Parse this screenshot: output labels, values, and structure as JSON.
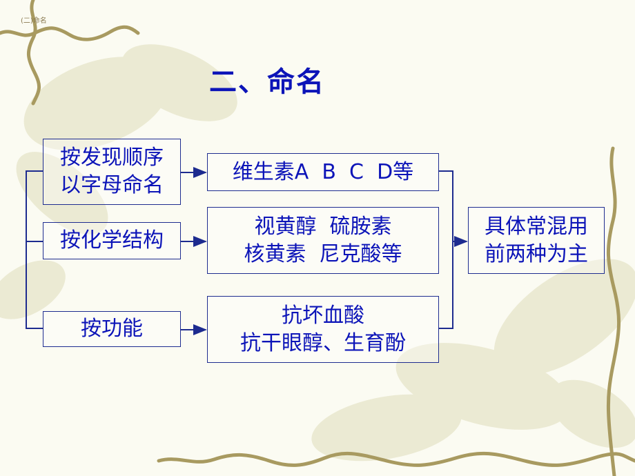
{
  "header_label": "(二)命名",
  "title": "二、命名",
  "left_boxes": [
    {
      "line1": "按发现顺序",
      "line2": "以字母命名"
    },
    {
      "line1": "按化学结构"
    },
    {
      "line1": "按功能"
    }
  ],
  "middle_boxes": [
    {
      "line1": "维生素A  B  C  D等"
    },
    {
      "line1": "视黄醇  硫胺素",
      "line2": "核黄素  尼克酸等"
    },
    {
      "line1": "抗坏血酸",
      "line2": "抗干眼醇、生育酚"
    }
  ],
  "right_box": {
    "line1": "具体常混用",
    "line2": "前两种为主"
  },
  "colors": {
    "text": "#0c14b8",
    "border": "#1d2b8f",
    "vine": "#a89a60"
  }
}
